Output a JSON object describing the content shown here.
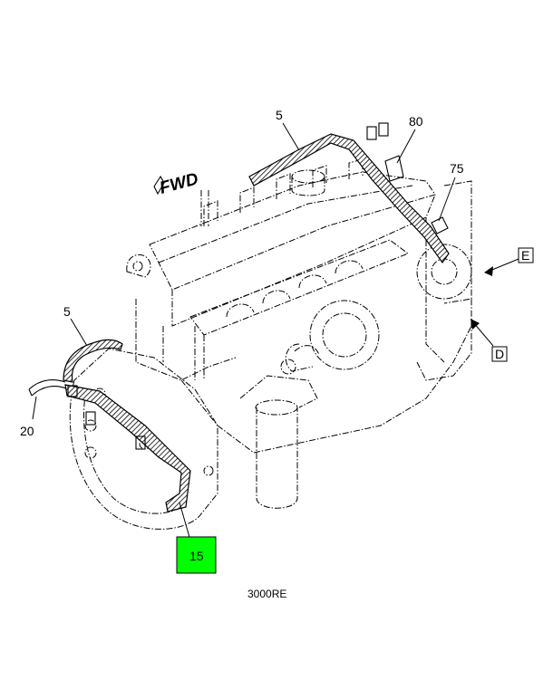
{
  "callouts": {
    "c5_top": "5",
    "c80": "80",
    "c75": "75",
    "c5_left": "5",
    "c20": "20",
    "c15": "15",
    "cE": "E",
    "cD": "D"
  },
  "fwd_label": "FWD",
  "drawing_code": "3000RE",
  "colors": {
    "highlight": "#00ff00",
    "line": "#000000",
    "background": "#ffffff"
  },
  "icons": {
    "fwd_arrow": "forward-direction-arrow-icon"
  }
}
